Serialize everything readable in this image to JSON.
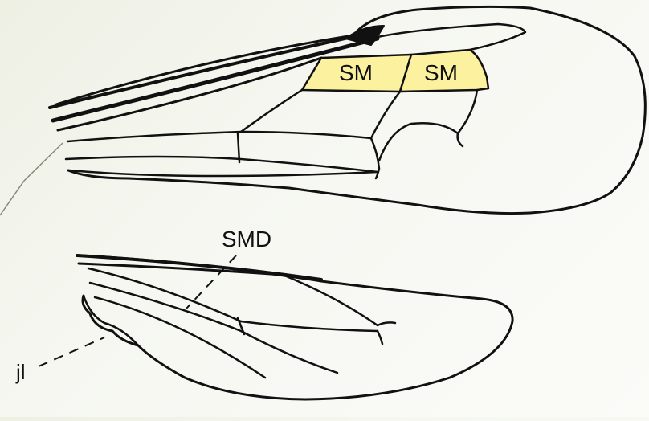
{
  "labels": {
    "sm_first": "SM",
    "sm_second": "SM",
    "smd": "SMD",
    "jugal_lobe": "jl"
  },
  "colors": {
    "cell_highlight": "#fbf19e",
    "line": "#111111",
    "background": "#f4f5ee"
  }
}
